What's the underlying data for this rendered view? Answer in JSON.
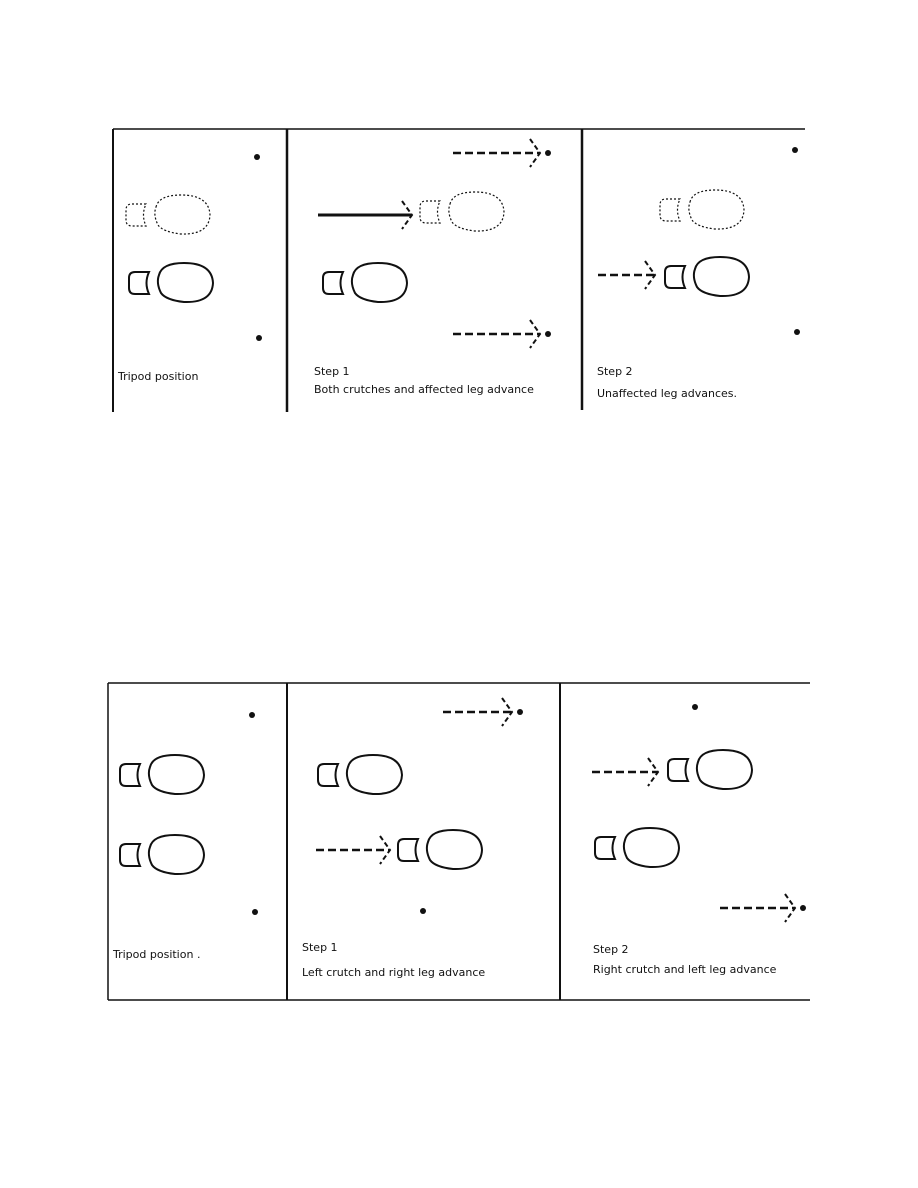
{
  "figures": [
    {
      "panels": [
        {
          "title": "Tripod position",
          "caption": ""
        },
        {
          "title": "Step 1",
          "caption": "Both crutches and affected leg advance"
        },
        {
          "title": "Step 2",
          "caption": "Unaffected leg advances."
        }
      ]
    },
    {
      "panels": [
        {
          "title": "Tripod position .",
          "caption": ""
        },
        {
          "title": "Step 1",
          "caption": "Left crutch and right leg advance"
        },
        {
          "title": "Step 2",
          "caption": "Right crutch and left leg advance"
        }
      ]
    }
  ],
  "colors": {
    "ink": "#111111",
    "background": "#ffffff"
  }
}
